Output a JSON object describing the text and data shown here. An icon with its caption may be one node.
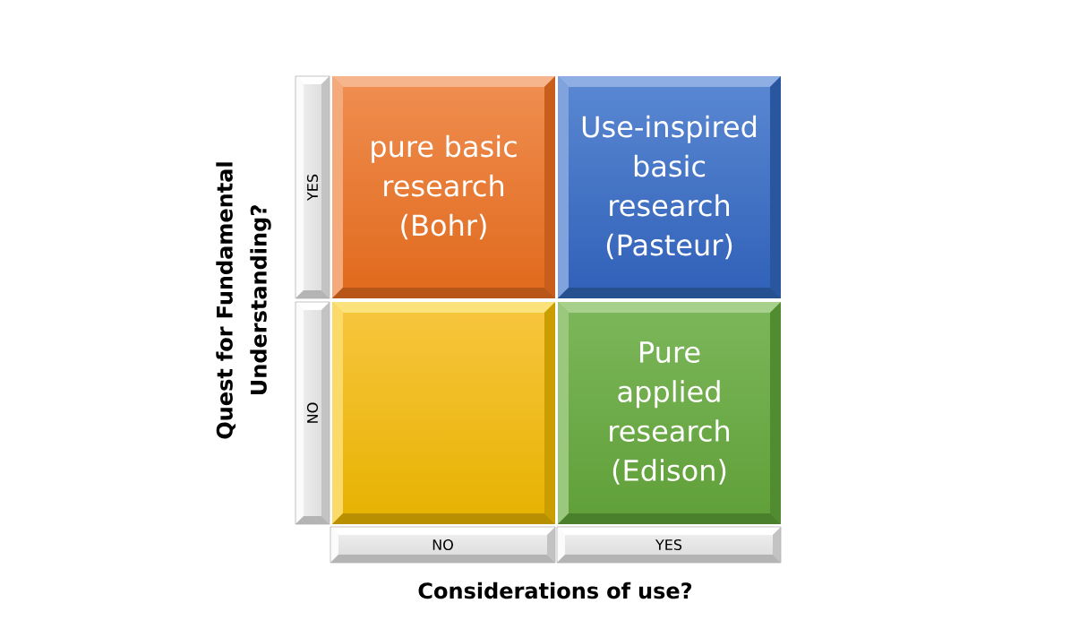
{
  "diagram": {
    "nodes": [
      {
        "text": [
          "YES"
        ]
      },
      {
        "text": [
          "pure basic research (Bohr)"
        ]
      },
      {
        "text": [
          "Use-inspired basic research (Pasteur)"
        ]
      },
      {
        "text": [
          "NO"
        ]
      },
      {
        "text": [],
        "shape": "box"
      },
      {
        "text": [
          "Pure applied research (Edison)"
        ]
      },
      {
        "text": [
          "NO"
        ]
      },
      {
        "text": [
          "YES"
        ]
      }
    ],
    "labels": [
      "Quest for Fundamental Understanding?",
      "Considerations of use?"
    ]
  }
}
